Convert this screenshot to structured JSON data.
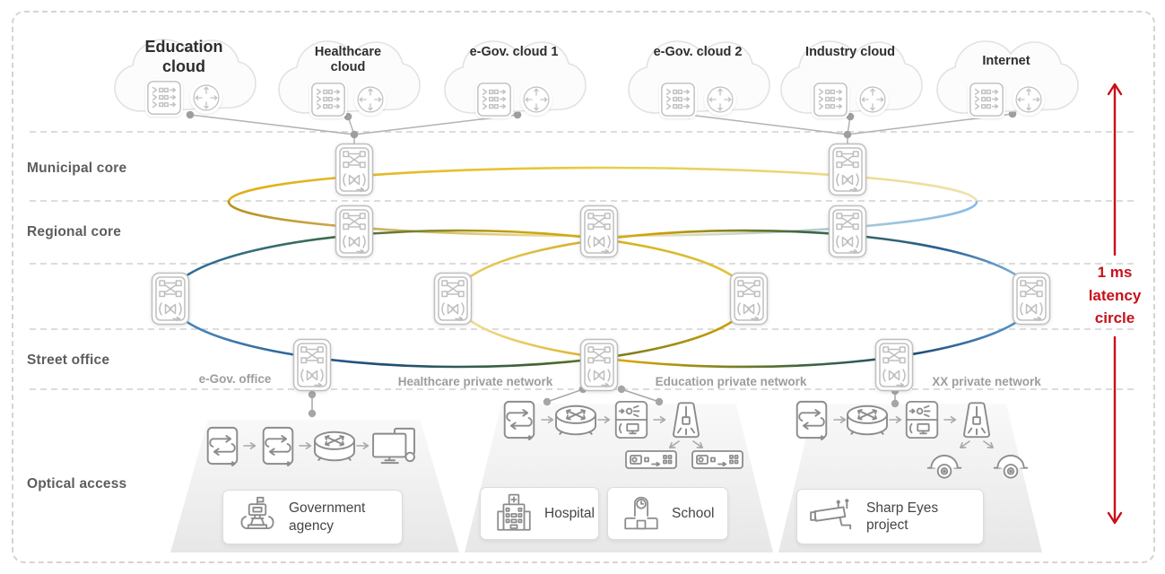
{
  "clouds": [
    {
      "label": "Education cloud"
    },
    {
      "label": "Healthcare cloud"
    },
    {
      "label": "e-Gov. cloud 1"
    },
    {
      "label": "e-Gov. cloud 2"
    },
    {
      "label": "Industry cloud"
    },
    {
      "label": "Internet"
    }
  ],
  "layers": [
    {
      "label": "Municipal core"
    },
    {
      "label": "Regional core"
    },
    {
      "label": "Street office"
    },
    {
      "label": "Optical access"
    }
  ],
  "access_networks": [
    {
      "label": "e-Gov. office"
    },
    {
      "label": "Healthcare private network"
    },
    {
      "label": "Education private network"
    },
    {
      "label": "XX private network"
    }
  ],
  "sites": [
    {
      "label": "Government agency"
    },
    {
      "label": "Hospital"
    },
    {
      "label": "School"
    },
    {
      "label": "Sharp Eyes project"
    }
  ],
  "annotation": {
    "label": "1 ms latency circle"
  },
  "colors": {
    "annotation_red": "#c8101b",
    "ring_gold": "#d9a400",
    "ring_olive": "#44672e",
    "ring_blue": "#2a5d8f",
    "ring_light_blue": "#85bbe8",
    "ring_pale_yellow": "#f1e5b4",
    "line_gray": "#b3b3b3",
    "icon_gray": "#8c8c8c"
  },
  "icon_legend": {
    "cloud-icon": "cloud outline",
    "service-matrix-icon": "rounded square with data-flow rows",
    "route-distribution-icon": "circle with four outward arrows",
    "core-router-icon": "rounded rectangle with mesh + bowtie",
    "switch-icon": "square with opposing arrows",
    "router-cylinder-icon": "flat cylinder with cross arrows",
    "olt-icon": "split box with optical signal and terminal",
    "odn-splitter-icon": "trapezoid with plug and rays",
    "onu-icon": "low wide terminal box",
    "dome-camera-icon": "dome surveillance camera",
    "pc-monitor-icon": "desktop monitor with documents",
    "government-building-icon": "rostrum building with flag",
    "hospital-building-icon": "building with medical cross",
    "school-building-icon": "building with clock tower",
    "cctv-camera-icon": "wall-mounted surveillance camera",
    "latency-arrow-icon": "red vertical double arrow"
  }
}
